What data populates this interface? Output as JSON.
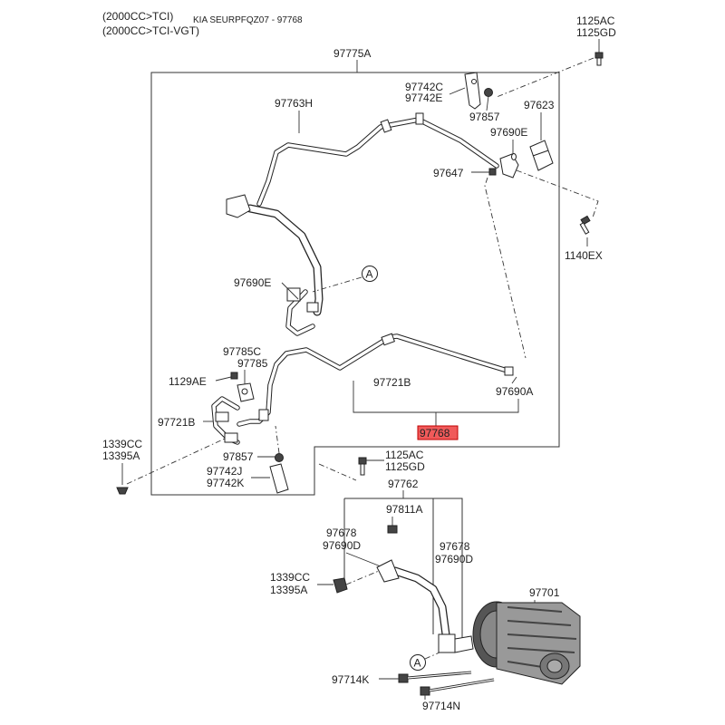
{
  "header": {
    "line1": "(2000CC>TCI)",
    "line2": "(2000CC>TCI-VGT)",
    "ref": "KIA SEURPFQZ07 - 97768"
  },
  "callout": {
    "label": "A"
  },
  "labels": {
    "p97775A": "97775A",
    "p1125AC_top": "1125AC",
    "p1125GD_top": "1125GD",
    "p97742C_top": "97742C",
    "p97742E_top": "97742E",
    "p97857_top": "97857",
    "p97623": "97623",
    "p97763H": "97763H",
    "p97690E_top": "97690E",
    "p97647": "97647",
    "p1140EX": "1140EX",
    "p97690E_mid": "97690E",
    "p97785C": "97785C",
    "p97785": "97785",
    "p1129AE": "1129AE",
    "p97721B_right": "97721B",
    "p97690A": "97690A",
    "p97721B_left": "97721B",
    "p97768": "97768",
    "p1339CC_left": "1339CC",
    "p13395A_left": "13395A",
    "p97857_bot": "97857",
    "p97742J": "97742J",
    "p97742K": "97742K",
    "p1125AC_mid": "1125AC",
    "p1125GD_mid": "1125GD",
    "p97762": "97762",
    "p97811A": "97811A",
    "p97678_left": "97678",
    "p97690D_left": "97690D",
    "p97678_right": "97678",
    "p97690D_right": "97690D",
    "p1339CC_bot": "1339CC",
    "p13395A_bot": "13395A",
    "p97701": "97701",
    "p97714K": "97714K",
    "p97714N": "97714N"
  },
  "colors": {
    "highlight_fill": "#f05a5a",
    "highlight_stroke": "#c00000",
    "line": "#222222"
  }
}
